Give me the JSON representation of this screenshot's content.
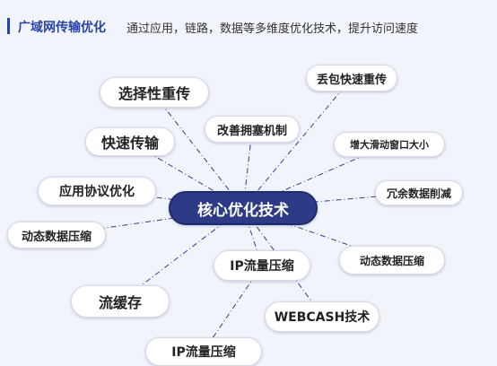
{
  "header": {
    "title": "广域网传输优化",
    "subtitle": "通过应用，链路，数据等多维度优化技术，提升访问速度"
  },
  "diagram": {
    "center": "核心优化技术",
    "nodes": [
      {
        "id": "n1",
        "label": "选择性重传"
      },
      {
        "id": "n2",
        "label": "丢包快速重传"
      },
      {
        "id": "n3",
        "label": "改善拥塞机制"
      },
      {
        "id": "n4",
        "label": "快速传输"
      },
      {
        "id": "n5",
        "label": "增大滑动窗口大小"
      },
      {
        "id": "n6",
        "label": "应用协议优化"
      },
      {
        "id": "n7",
        "label": "冗余数据削减"
      },
      {
        "id": "n8",
        "label": "动态数据压缩"
      },
      {
        "id": "n9",
        "label": "动态数据压缩"
      },
      {
        "id": "n10",
        "label": "IP流量压缩"
      },
      {
        "id": "n11",
        "label": "流缓存"
      },
      {
        "id": "n12",
        "label": "WEBCASH技术"
      },
      {
        "id": "n13",
        "label": "IP流量压缩"
      }
    ]
  },
  "colors": {
    "accent": "#2743a6",
    "center_fill": "#2d3b86",
    "line": "#2e3f8f",
    "background": "#f2f4fb"
  }
}
